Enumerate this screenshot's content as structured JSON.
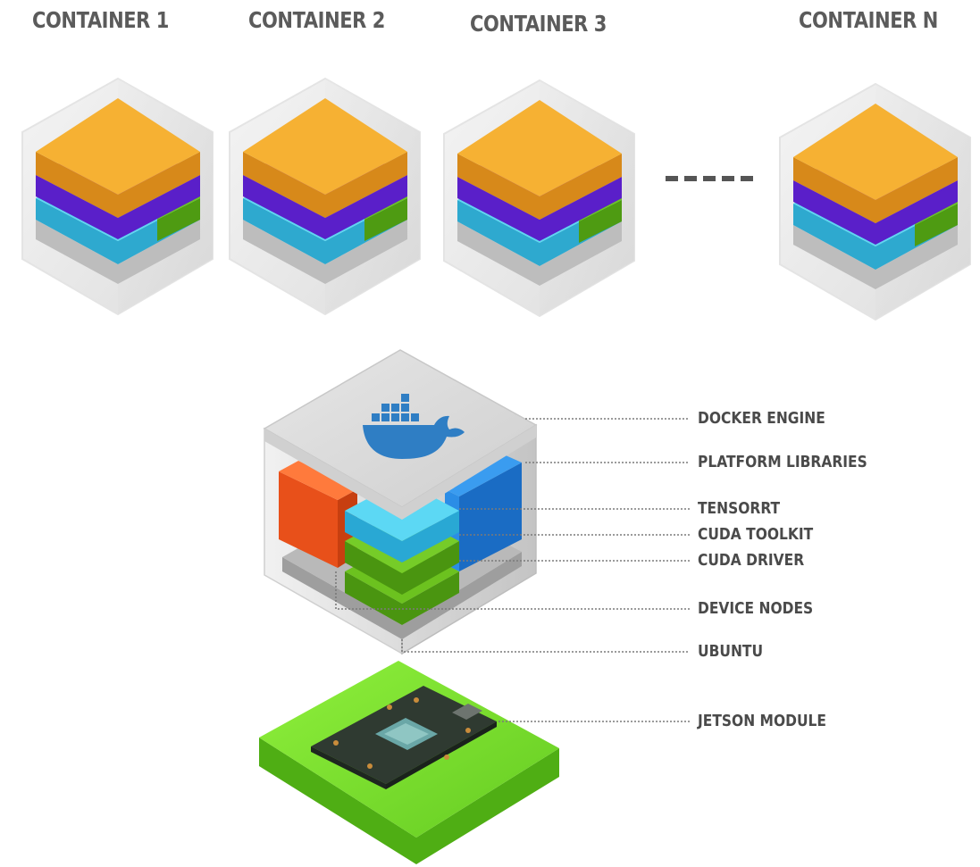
{
  "containers": [
    {
      "label": "CONTAINER 1"
    },
    {
      "label": "CONTAINER 2"
    },
    {
      "label": "CONTAINER 3"
    },
    {
      "label": "CONTAINER N"
    }
  ],
  "stack_labels": [
    "DOCKER ENGINE",
    "PLATFORM LIBRARIES",
    "TENSORRT",
    "CUDA TOOLKIT",
    "CUDA DRIVER",
    "DEVICE NODES",
    "UBUNTU",
    "JETSON MODULE"
  ],
  "icons": {
    "engine_logo": "docker-whale-icon"
  },
  "colors": {
    "layer_orange": "#f3a82a",
    "layer_purple": "#7b2ff1",
    "layer_cyan": "#3dc6ea",
    "layer_green": "#5eb21a",
    "layer_gray": "#c9c9c9",
    "docker_blue": "#2f7ec4",
    "platform_red": "#f25a22",
    "platform_blue": "#1f7fd8",
    "jetson_green": "#74d82a",
    "label_text": "#4a4a4a"
  }
}
